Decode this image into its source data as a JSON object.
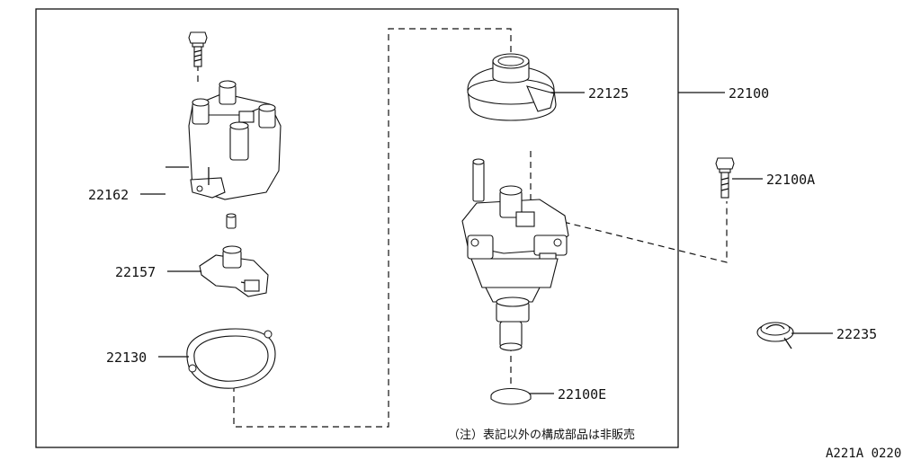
{
  "parts": {
    "p22162": "22162",
    "p22157": "22157",
    "p22130": "22130",
    "p22125": "22125",
    "p22100": "22100",
    "p22100A": "22100A",
    "p22235": "22235",
    "p22100E": "22100E"
  },
  "note": "（注）表記以外の構成部品は非販売",
  "figure_code": "A221A 0220"
}
